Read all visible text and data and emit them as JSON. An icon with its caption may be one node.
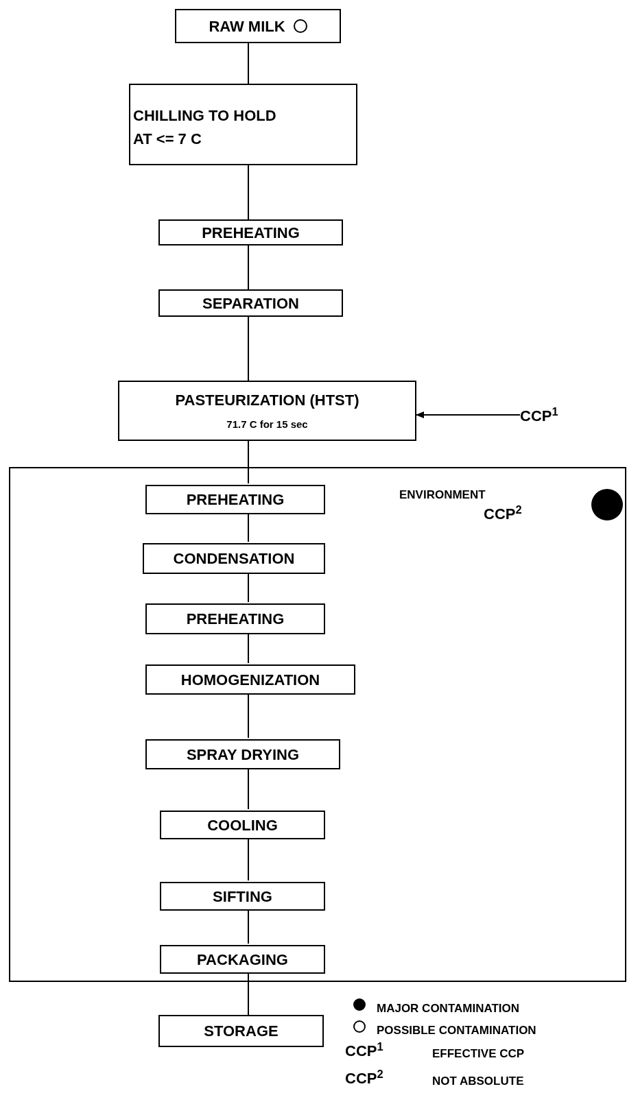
{
  "diagram": {
    "nodes": [
      {
        "text": [
          "RAW MILK"
        ]
      },
      {
        "text": [
          "CHILLING TO HOLD AT <= 7 C"
        ]
      },
      {
        "text": [
          "PREHEATING"
        ]
      },
      {
        "text": [
          "SEPARATION"
        ]
      },
      {
        "text": [
          "PASTEURIZATION (HTST)",
          "71.7 C for 15 sec"
        ]
      },
      {
        "text": [
          "CCP$^{1}$"
        ]
      },
      {
        "text": [
          "ENVIRONMENT",
          "CCP$^{2}$"
        ]
      },
      {
        "text": [
          "PREHEATING"
        ],
        "in": 6
      },
      {
        "text": [
          "CONDENSATION"
        ],
        "in": 6
      },
      {
        "text": [
          "PREHEATING"
        ],
        "in": 6
      },
      {
        "text": [
          "HOMOGENIZATION"
        ],
        "in": 6
      },
      {
        "text": [
          "SPRAY DRYING"
        ],
        "in": 6
      },
      {
        "text": [
          "COOLING"
        ],
        "in": 6
      },
      {
        "text": [
          "SIFTING"
        ],
        "in": 6
      },
      {
        "text": [
          "PACKAGING"
        ],
        "in": 6
      },
      {
        "text": [
          "STORAGE"
        ]
      }
    ],
    "edges": [
      {
        "from": 0,
        "to": 1,
        "arrow": "none"
      },
      {
        "from": 1,
        "to": 2,
        "arrow": "none"
      },
      {
        "from": 2,
        "to": 3,
        "arrow": "none"
      },
      {
        "from": 3,
        "to": 4,
        "arrow": "none"
      },
      {
        "from": 5,
        "to": 4,
        "arrow": "to"
      },
      {
        "from": 4,
        "to": 7,
        "arrow": "none"
      },
      {
        "from": 7,
        "to": 8,
        "arrow": "none"
      },
      {
        "from": 8,
        "to": 9,
        "arrow": "none"
      },
      {
        "from": 9,
        "to": 10,
        "arrow": "none"
      },
      {
        "from": 10,
        "to": 11,
        "arrow": "none"
      },
      {
        "from": 11,
        "to": 12,
        "arrow": "none"
      },
      {
        "from": 12,
        "to": 13,
        "arrow": "none"
      },
      {
        "from": 13,
        "to": 14,
        "arrow": "none"
      },
      {
        "from": 14,
        "to": 15,
        "arrow": "none"
      }
    ],
    "labels": [
      "CCP$^{1}$",
      "EFFECTIVE CCP",
      "CCP$^{2}$",
      "NOT ABSOLUTE"
    ],
    "legend": [
      {
        "text": "MAJOR CONTAMINATION"
      },
      {
        "text": "POSSIBLE CONTAMINATION"
      }
    ]
  }
}
